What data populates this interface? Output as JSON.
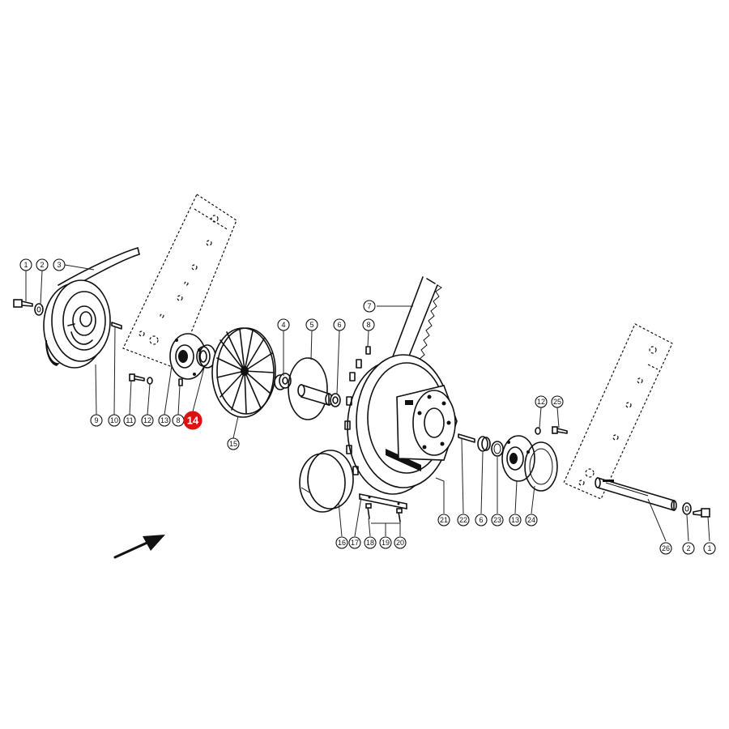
{
  "diagram": {
    "callouts": {
      "c1a": "1",
      "c2a": "2",
      "c3": "3",
      "c9": "9",
      "c10": "10",
      "c11": "11",
      "c12a": "12",
      "c13a": "13",
      "c8a": "8",
      "c14": "14",
      "c15": "15",
      "c4": "4",
      "c5": "5",
      "c6a": "6",
      "c8b": "8",
      "c7": "7",
      "c12b": "12",
      "c25": "25",
      "c16": "16",
      "c17": "17",
      "c18": "18",
      "c19": "19",
      "c20": "20",
      "c21": "21",
      "c22": "22",
      "c6b": "6",
      "c23": "23",
      "c13b": "13",
      "c24": "24",
      "c26": "26",
      "c2b": "2",
      "c1b": "1"
    },
    "highlight_color": "#e01010"
  }
}
